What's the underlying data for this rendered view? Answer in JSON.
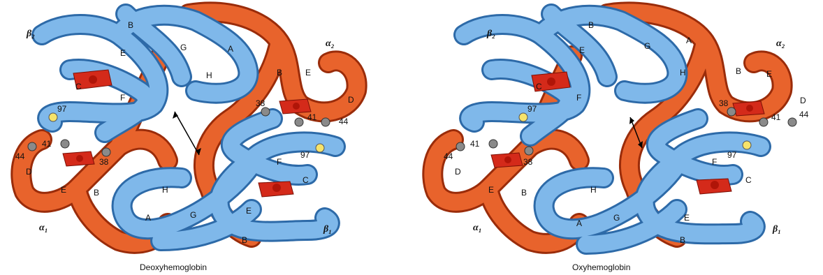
{
  "panels": [
    {
      "caption": "Deoxyhemoglobin",
      "chains": {
        "beta2": "β₂",
        "alpha2": "α₂",
        "alpha1": "α₁",
        "beta1": "β₁"
      },
      "helices_beta2": [
        "B",
        "E",
        "G",
        "A",
        "H",
        "C",
        "F"
      ],
      "helices_alpha2": [
        "B",
        "E",
        "D"
      ],
      "helices_alpha1": [
        "D",
        "E",
        "B"
      ],
      "helices_beta1": [
        "H",
        "A",
        "G",
        "E",
        "B",
        "F",
        "C"
      ],
      "residues": [
        "97",
        "38",
        "41",
        "44",
        "41",
        "44",
        "38",
        "97"
      ]
    },
    {
      "caption": "Oxyhemoglobin",
      "chains": {
        "beta2": "β₂",
        "alpha2": "α₂",
        "alpha1": "α₁",
        "beta1": "β₁"
      },
      "helices_beta2": [
        "B",
        "E",
        "G",
        "A",
        "H",
        "C",
        "F"
      ],
      "helices_alpha2": [
        "B",
        "E",
        "D"
      ],
      "helices_alpha1": [
        "D",
        "E",
        "B"
      ],
      "helices_beta1": [
        "H",
        "A",
        "G",
        "E",
        "B",
        "F",
        "C"
      ],
      "residues": [
        "97",
        "38",
        "41",
        "44",
        "41",
        "44",
        "38",
        "97"
      ]
    }
  ],
  "colors": {
    "alpha_chain": "#e8632c",
    "beta_chain": "#7fb8ea",
    "heme": "#d42a1a",
    "residue_gray": "#8a8a8a",
    "residue_yellow": "#f6e36a"
  }
}
